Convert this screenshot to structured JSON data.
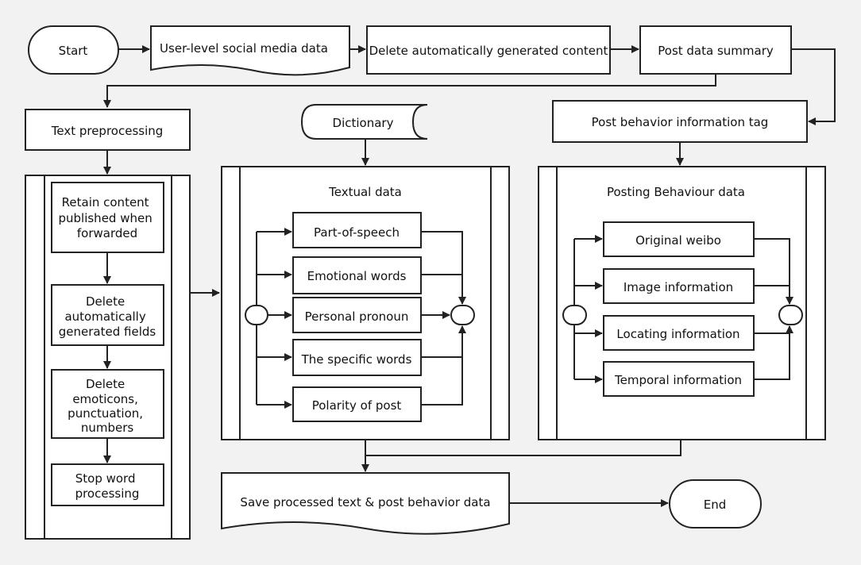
{
  "flow": {
    "start": "Start",
    "user_data": "User-level social media data",
    "delete_auto_content": "Delete automatically generated content",
    "post_summary": "Post data summary",
    "text_preprocessing": "Text preprocessing",
    "dictionary": "Dictionary",
    "post_behavior_tag": "Post behavior information tag",
    "preprocess_steps": [
      [
        "Retain content",
        "published when",
        "forwarded"
      ],
      [
        "Delete",
        "automatically",
        "generated fields"
      ],
      [
        "Delete",
        "emoticons,",
        "punctuation,",
        "numbers"
      ],
      [
        "Stop word",
        "processing"
      ]
    ],
    "textual": {
      "title": "Textual data",
      "items": [
        "Part-of-speech",
        "Emotional words",
        "Personal pronoun",
        "The specific words",
        "Polarity of post"
      ]
    },
    "behaviour": {
      "title": "Posting Behaviour data",
      "items": [
        "Original weibo",
        "Image information",
        "Locating information",
        "Temporal information"
      ]
    },
    "save": "Save processed text & post behavior data",
    "end": "End"
  }
}
